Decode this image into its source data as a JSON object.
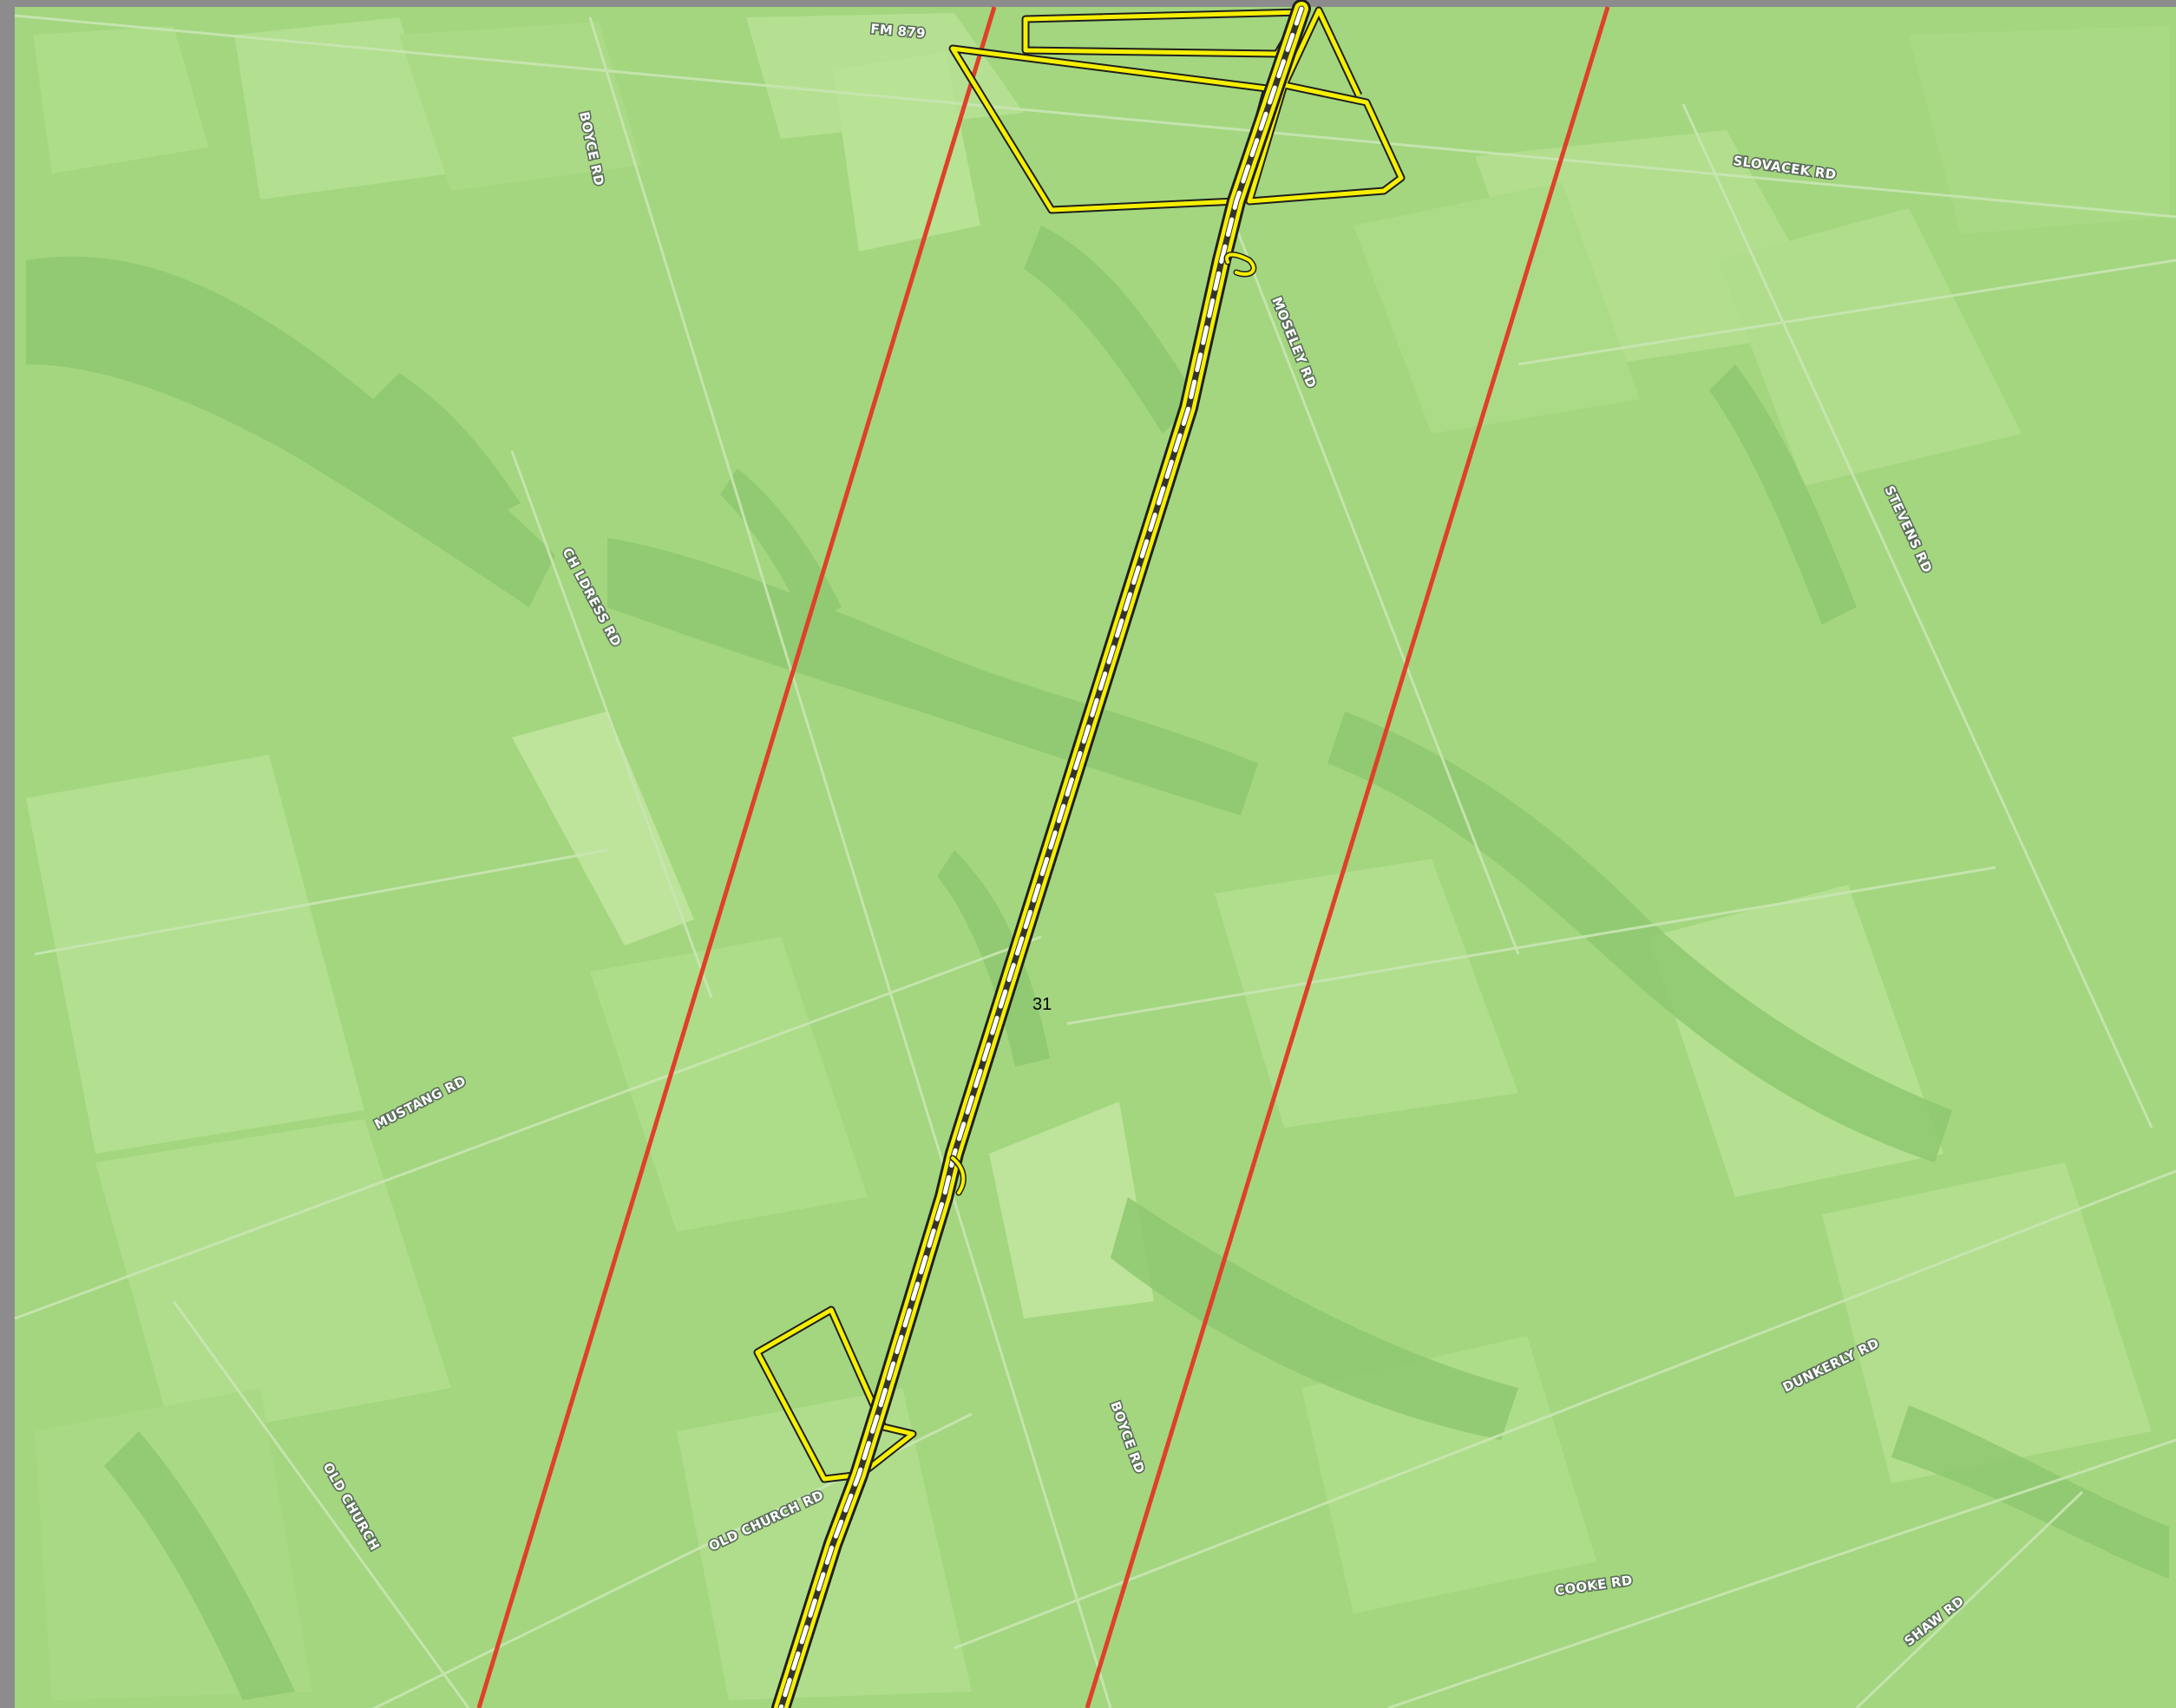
{
  "map": {
    "base_color": "#a3d67f",
    "field_light": "#b4e08f",
    "field_mid": "#9bd279",
    "woodland": "#86c468",
    "road_line": "#c9e6b3",
    "corridor_color": "#e0402a",
    "route_color": "#f5ef00",
    "route_center_dash": "#ffffff",
    "route_center_dark": "#333333"
  },
  "labels": {
    "fm879": "FM 879",
    "boyce_rd_north": "BOYCE RD",
    "moseley_rd": "MOSELEY RD",
    "slovacek_rd": "SLOVACEK RD",
    "stevens_rd": "STEVENS RD",
    "childress_rd": "CH LDRESS RD",
    "mustang_rd": "MUSTANG RD",
    "parcel_31": "31",
    "boyce_rd_south": "BOYCE RD",
    "dunkerly_rd": "DUNKERLY RD",
    "old_church_rd": "OLD CHURCH RD",
    "old_church": "OLD CHURCH",
    "cooke_rd": "COOKE RD",
    "shaw_rd": "SHAW RD"
  }
}
